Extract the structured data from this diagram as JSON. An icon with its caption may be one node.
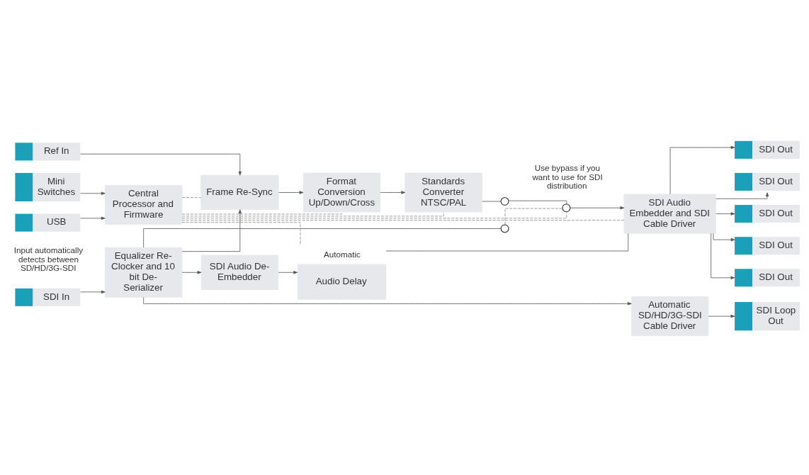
{
  "diagram": {
    "nodes": [
      {
        "text": [
          "SDI In"
        ]
      },
      {
        "text": [
          "Ref In"
        ]
      },
      {
        "text": [
          "USB"
        ]
      },
      {
        "text": [
          "Mini Switches"
        ]
      },
      {
        "text": [
          "Equalizer Re-Clocker and 10 bit De-Serializer"
        ]
      },
      {
        "text": [
          "SDI Audio De-Embedder"
        ]
      },
      {
        "text": [
          "Audio Delay"
        ],
        "beside": [
          "Automatic"
        ]
      },
      {
        "text": [
          "Frame Re-Sync"
        ]
      },
      {
        "text": [
          "Format Conversion Up/Down/Cross"
        ]
      },
      {
        "text": [
          "Standards Converter NTSC/PAL"
        ]
      },
      {
        "text": [
          "Central Processor and Firmware"
        ]
      },
      {
        "text": [
          "Automatic SD/HD/3G-SDI Cable Driver"
        ]
      },
      {
        "text": [
          "SDI Loop Out"
        ]
      },
      {
        "text": [
          "SDI Audio Embedder and SDI Cable Driver"
        ]
      },
      {
        "text": [
          "SDI Out"
        ]
      },
      {
        "text": [
          "SDI Out"
        ]
      },
      {
        "text": [
          "SDI Out"
        ]
      },
      {
        "text": [
          "SDI Out"
        ]
      },
      {
        "text": [
          "SDI Out"
        ]
      },
      {
        "text": [],
        "shape": "circle"
      },
      {
        "text": [],
        "shape": "circle"
      },
      {
        "text": [],
        "shape": "circle"
      }
    ],
    "edges": [
      {
        "from": 0,
        "to": 4,
        "arrow": "to"
      },
      {
        "from": 4,
        "to": 11,
        "arrow": "to"
      },
      {
        "from": 4,
        "to": 5,
        "arrow": "to"
      },
      {
        "from": 4,
        "to": 19,
        "arrow": "none"
      },
      {
        "from": 4,
        "to": 7,
        "arrow": "to"
      },
      {
        "from": 5,
        "to": 6,
        "arrow": "to"
      },
      {
        "from": 7,
        "to": 8,
        "arrow": "to"
      },
      {
        "from": 1,
        "to": 7,
        "arrow": "to"
      },
      {
        "from": 8,
        "to": 9,
        "arrow": "to"
      },
      {
        "from": 9,
        "to": 20,
        "arrow": "none"
      },
      {
        "from": 20,
        "to": 21,
        "arrow": "none"
      },
      {
        "from": 19,
        "to": 21,
        "arrow": "none",
        "style": "dashed"
      },
      {
        "from": 21,
        "to": 13,
        "arrow": "to"
      },
      {
        "from": 6,
        "to": 13,
        "arrow": "none"
      },
      {
        "from": 11,
        "to": 12,
        "arrow": "to"
      },
      {
        "from": 2,
        "to": 10,
        "arrow": "to"
      },
      {
        "from": 3,
        "to": 10,
        "arrow": "to"
      },
      {
        "from": 13,
        "to": 14,
        "arrow": "to"
      },
      {
        "from": 13,
        "to": 15,
        "arrow": "to"
      },
      {
        "from": 13,
        "to": 16,
        "arrow": "to"
      },
      {
        "from": 13,
        "to": 17,
        "arrow": "to"
      },
      {
        "from": 13,
        "to": 18,
        "arrow": "to"
      },
      {
        "from": 10,
        "to": 7,
        "arrow": "none",
        "style": "dashed"
      },
      {
        "from": 10,
        "to": 8,
        "arrow": "none",
        "style": "dashed"
      },
      {
        "from": 10,
        "to": 6,
        "arrow": "none",
        "style": "dashed"
      },
      {
        "from": 10,
        "to": 9,
        "arrow": "none",
        "style": "dashed"
      },
      {
        "from": 10,
        "to": 21,
        "arrow": "none",
        "style": "dashed"
      },
      {
        "from": 10,
        "to": 13,
        "arrow": "none",
        "style": "dashed"
      }
    ],
    "labels": [
      "Input automatically detects between SD/HD/3G-SDI",
      "Use bypass if you want to use for SDI distribution"
    ]
  }
}
